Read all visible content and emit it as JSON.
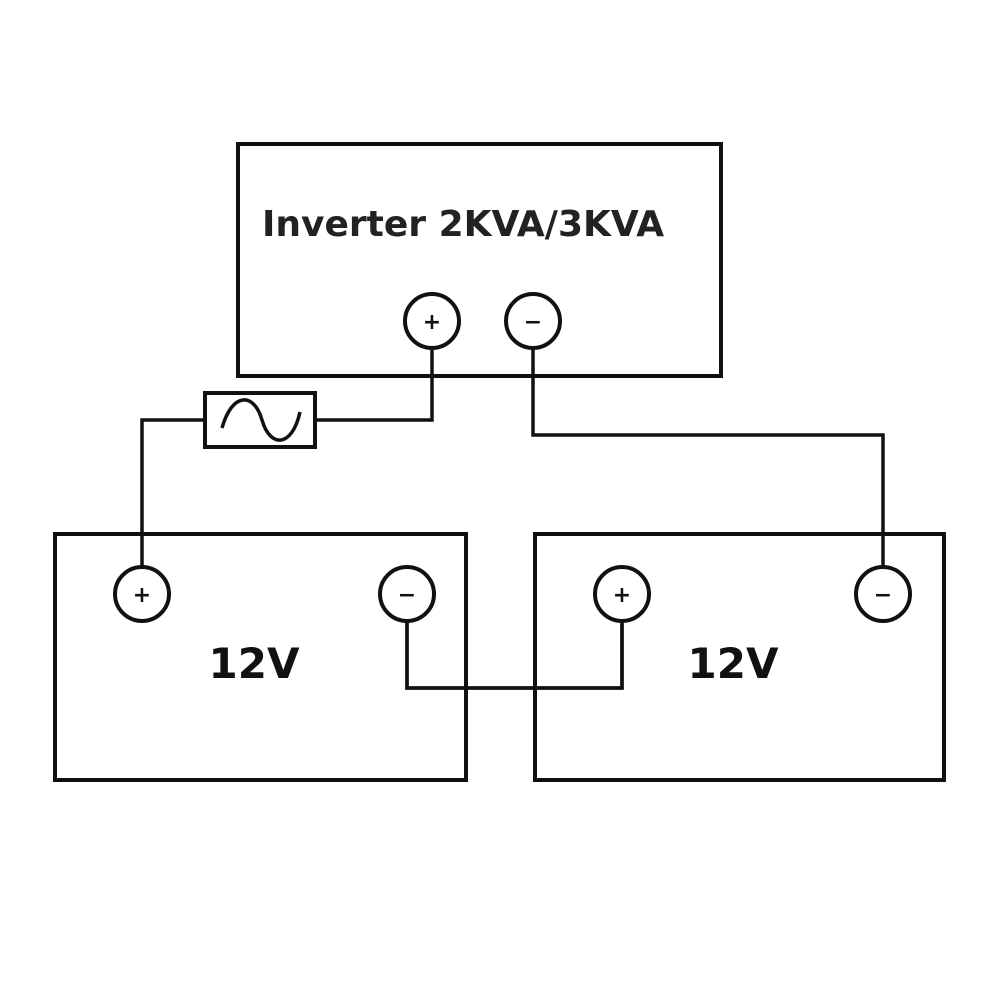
{
  "inverter": {
    "label": "Inverter 2KVA/3KVA",
    "positive_symbol": "+",
    "negative_symbol": "−"
  },
  "batteries": [
    {
      "label": "12V",
      "positive_symbol": "+",
      "negative_symbol": "−"
    },
    {
      "label": "12V",
      "positive_symbol": "+",
      "negative_symbol": "−"
    }
  ],
  "fuse": {
    "icon": "fuse-icon"
  },
  "colors": {
    "line": "#111111",
    "background": "#ffffff"
  }
}
